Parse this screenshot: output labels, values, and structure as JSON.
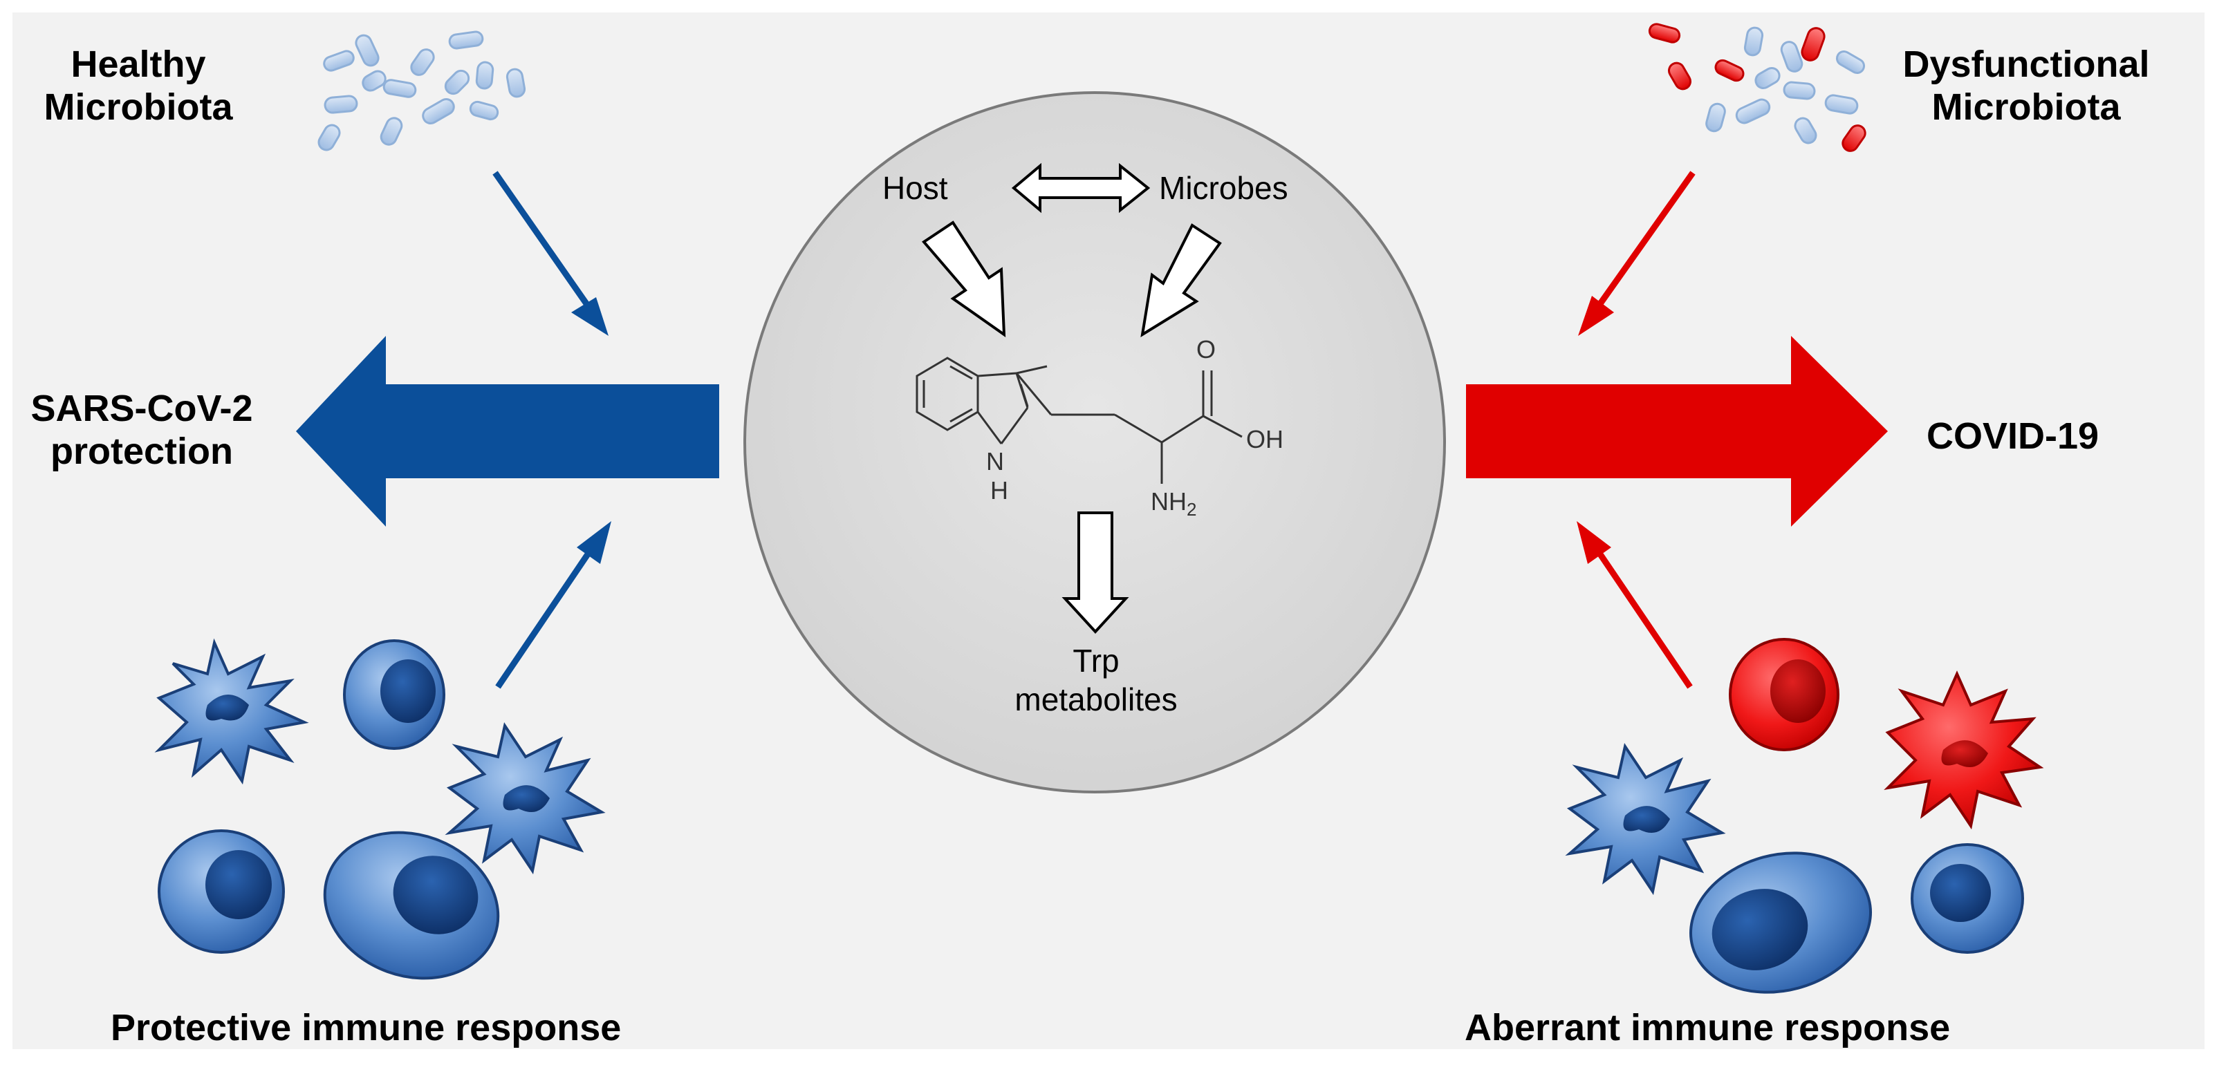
{
  "labels": {
    "healthy_line1": "Healthy",
    "healthy_line2": "Microbiota",
    "dysfunctional_line1": "Dysfunctional",
    "dysfunctional_line2": "Microbiota",
    "protection_line1": "SARS-CoV-2",
    "protection_line2": "protection",
    "covid": "COVID-19",
    "protective_response": "Protective immune response",
    "aberrant_response": "Aberrant immune response"
  },
  "center": {
    "host": "Host",
    "microbes": "Microbes",
    "metabolites_line1": "Trp",
    "metabolites_line2": "metabolites",
    "molecule": {
      "oxygen": "O",
      "hydroxyl": "OH",
      "amine": "NH",
      "amine_subscript": "2",
      "nitrogen": "N",
      "hydrogen": "H"
    }
  },
  "colors": {
    "background_panel": "#f2f2f2",
    "center_circle": "#d9d9d9",
    "blue_arrow": "#0b4f9a",
    "red_arrow": "#e00000",
    "healthy_bacteria": "#b7cde8",
    "cell_blue_light": "#6b9bd4",
    "cell_blue_dark": "#1a4c94",
    "cell_red": "#f01010"
  }
}
